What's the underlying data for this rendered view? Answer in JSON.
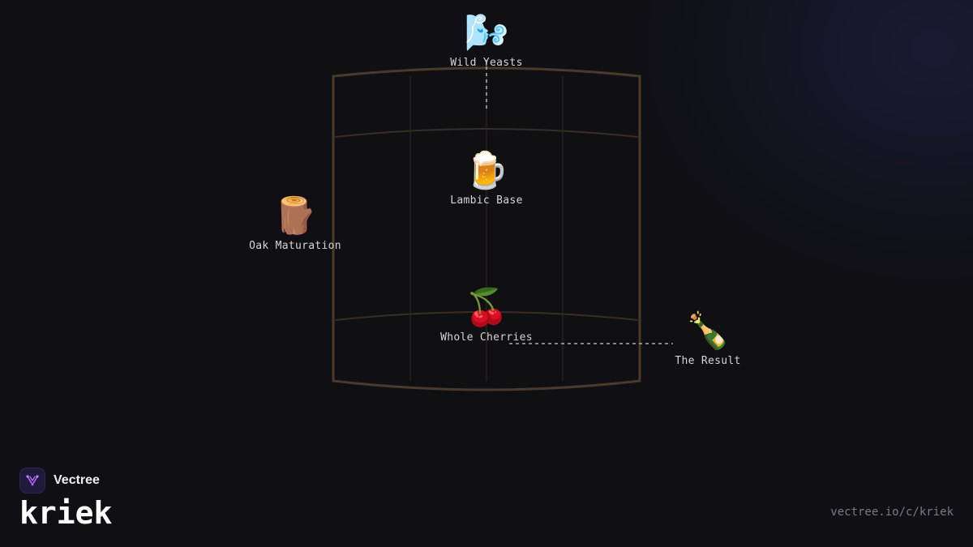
{
  "diagram": {
    "nodes": [
      {
        "id": "wild-yeasts",
        "label": "Wild Yeasts",
        "icon": "wind-face-icon",
        "emoji": "🌬️"
      },
      {
        "id": "lambic-base",
        "label": "Lambic Base",
        "icon": "beer-mug-icon",
        "emoji": "🍺"
      },
      {
        "id": "oak-maturation",
        "label": "Oak Maturation",
        "icon": "wood-log-icon",
        "emoji": "🪵"
      },
      {
        "id": "whole-cherries",
        "label": "Whole Cherries",
        "icon": "cherries-icon",
        "emoji": "🍒"
      },
      {
        "id": "the-result",
        "label": "The Result",
        "icon": "champagne-bottle-icon",
        "emoji": "🍾"
      }
    ],
    "edges": [
      {
        "from": "wild-yeasts",
        "to": "lambic-base",
        "style": "dashed"
      },
      {
        "from": "whole-cherries",
        "to": "the-result",
        "style": "dashed"
      }
    ],
    "colors": {
      "barrel_stroke": "#4a3a2a",
      "barrel_inner": "#3a2e22",
      "connector": "#aaaaaa",
      "label": "#d6d6d6"
    }
  },
  "branding": {
    "brand_name": "Vectree",
    "logo_icon": "vectree-logo-icon",
    "title": "kriek",
    "url": "vectree.io/c/kriek",
    "accent": "#a855f7"
  }
}
